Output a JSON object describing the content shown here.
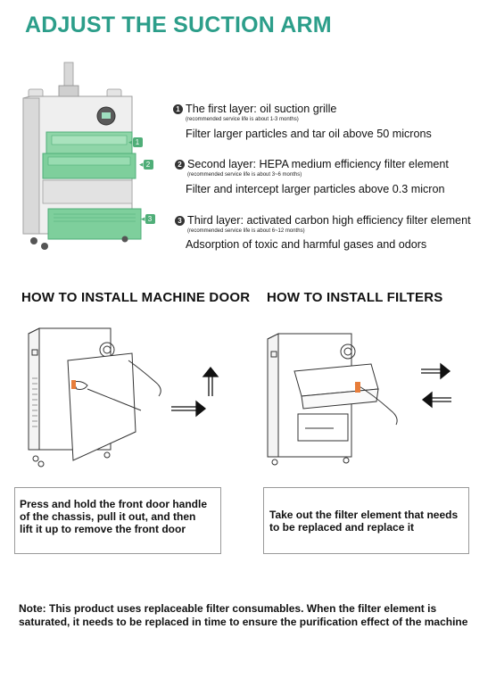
{
  "title": "ADJUST THE SUCTION ARM",
  "layers": [
    {
      "num": "1",
      "heading": "The first layer: oil suction grille",
      "note": "(recommended service life is about 1-3 months)",
      "desc": "Filter larger particles and tar oil above 50 microns"
    },
    {
      "num": "2",
      "heading": "Second layer: HEPA medium efficiency filter element",
      "note": "(recommended service life is about 3~6 months)",
      "desc": "Filter and intercept larger particles above 0.3 micron"
    },
    {
      "num": "3",
      "heading": "Third layer: activated carbon high efficiency filter element",
      "note": "(recommended service life is about 6~12 months)",
      "desc": "Adsorption of  toxic and harmful gases and odors"
    }
  ],
  "callouts": [
    "1",
    "2",
    "3"
  ],
  "sections": {
    "door": {
      "heading": "HOW TO INSTALL MACHINE DOOR",
      "caption": "Press and hold the front door handle of the chassis, pull it out, and then lift it up to remove the front door"
    },
    "filters": {
      "heading": "HOW TO INSTALL FILTERS",
      "caption": "Take out the filter element that needs to be replaced and replace it"
    }
  },
  "footer": "Note: This product uses replaceable filter consumables. When the filter element is saturated, it needs to be replaced in time to ensure the purification effect of the machine",
  "colors": {
    "accent": "#2c9e8a",
    "filter_green": "#7ecf9c",
    "filter_dark": "#4fae78",
    "cabinet": "#e9e9e9"
  }
}
